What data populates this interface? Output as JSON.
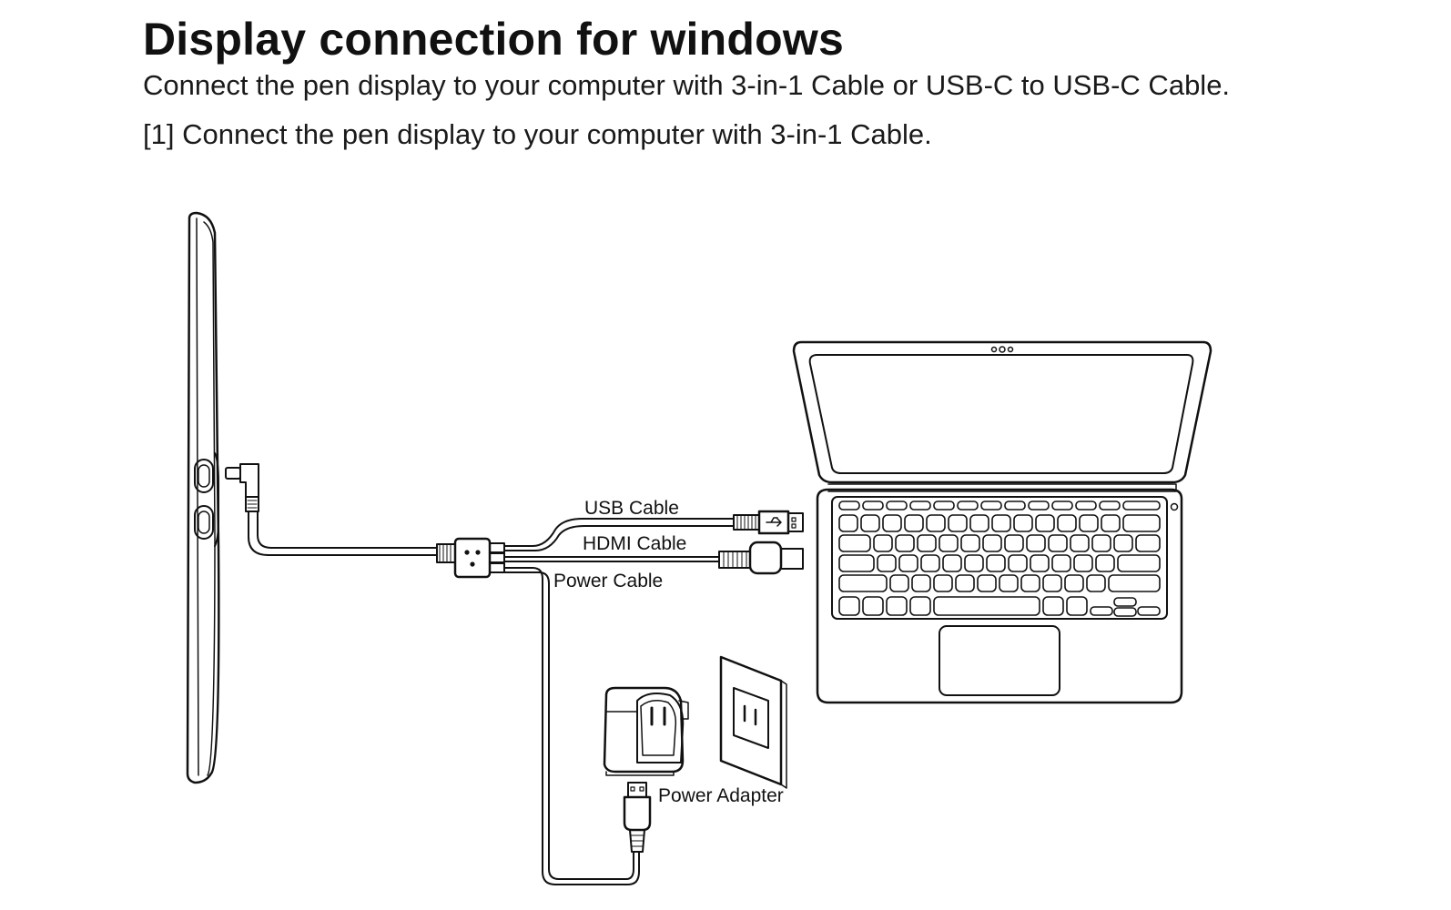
{
  "heading": {
    "title": "Display connection for windows",
    "subtitle": "Connect the pen display to your computer with 3-in-1 Cable or USB-C to USB-C Cable.",
    "step": "[1] Connect the pen display to your computer with 3-in-1 Cable."
  },
  "diagram": {
    "cables": {
      "usb": "USB Cable",
      "hdmi": "HDMI Cable",
      "power": "Power Cable"
    },
    "adapter": "Power Adapter",
    "devices": [
      "pen-display",
      "laptop",
      "power-adapter",
      "wall-outlet"
    ]
  },
  "colors": {
    "line": "#111111",
    "background": "#ffffff"
  }
}
